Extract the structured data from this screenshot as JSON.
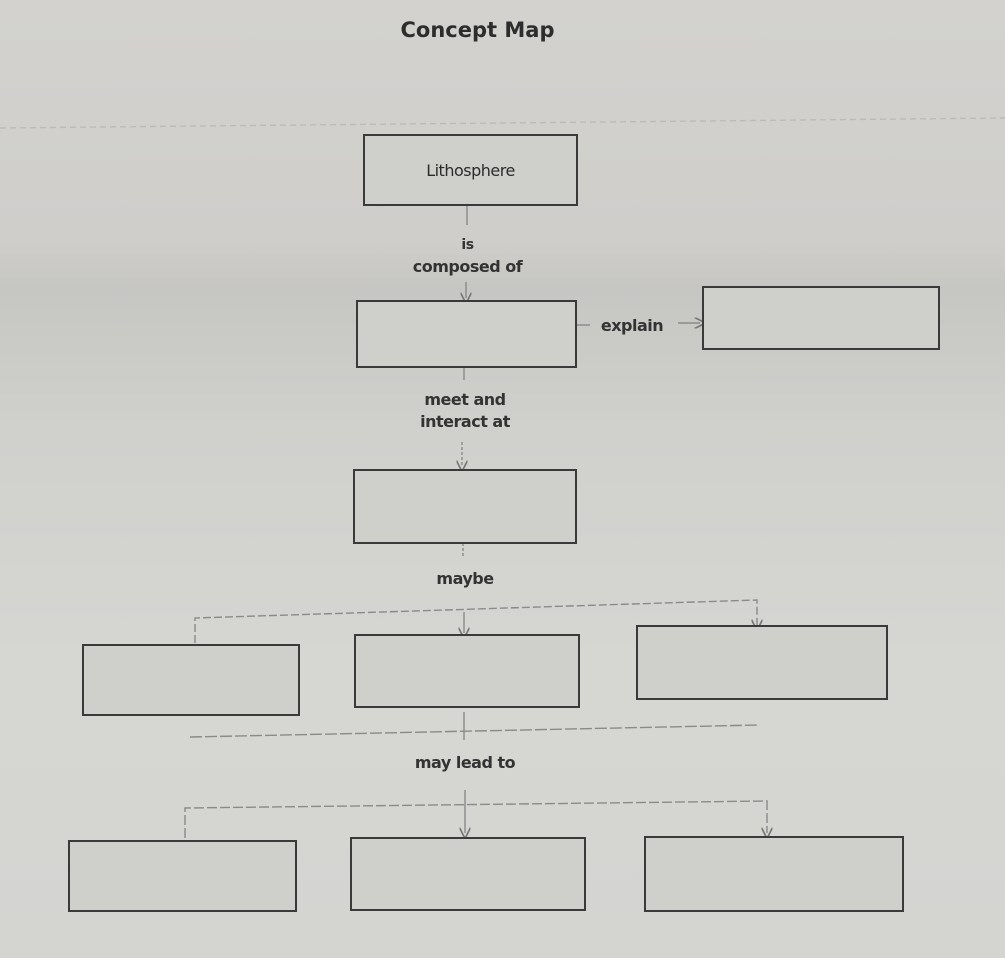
{
  "title": "Concept Map",
  "nodes": {
    "root": "Lithosphere",
    "composed": "",
    "explain_target": "",
    "interaction": "",
    "maybe": [
      "",
      "",
      ""
    ],
    "lead_to": [
      "",
      "",
      ""
    ]
  },
  "links": {
    "is_composed_of": "is\ncomposed of",
    "is": "is",
    "composed_of": "composed of",
    "explain": "explain",
    "meet_and": "meet and",
    "interact_at": "interact at",
    "maybe": "maybe",
    "may_lead_to": "may lead to"
  }
}
